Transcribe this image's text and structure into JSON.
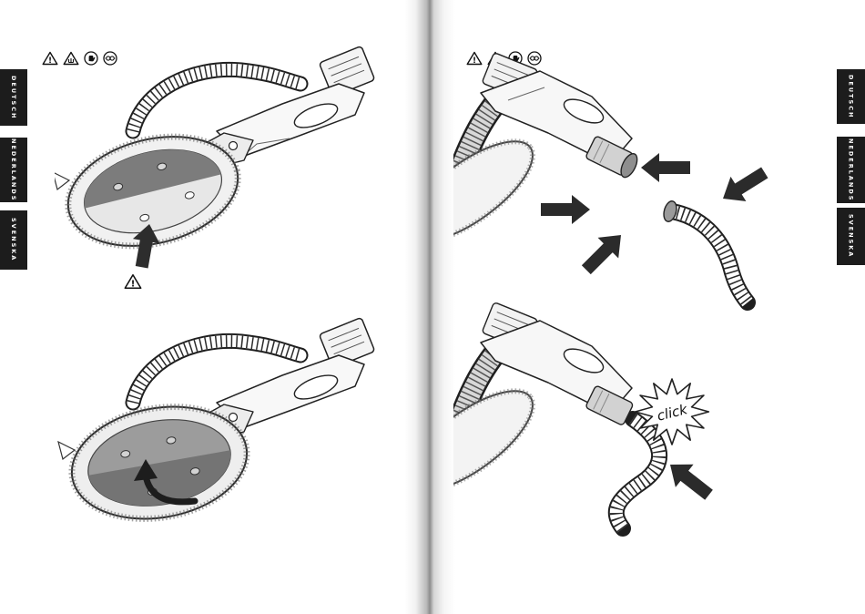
{
  "tabs_left": [
    "DEUTSCH",
    "NEDERLANDS",
    "SVENSKA"
  ],
  "tabs_right": [
    "DEUTSCH",
    "NEDERLANDS",
    "SVENSKA"
  ],
  "warning": {
    "exclamation": "!"
  },
  "annotations": {
    "click": "click"
  },
  "safety_icons": [
    "general-warning",
    "crush-hazard-warning",
    "wear-protective-gloves",
    "wear-eye-protection"
  ],
  "colors": {
    "tab_bg": "#1c1c1c",
    "tab_text": "#ffffff",
    "arrow": "#2b2b2b",
    "line": "#222222",
    "pad_dark": "#7c7c7c",
    "hose_gray": "#d8d8d8"
  }
}
